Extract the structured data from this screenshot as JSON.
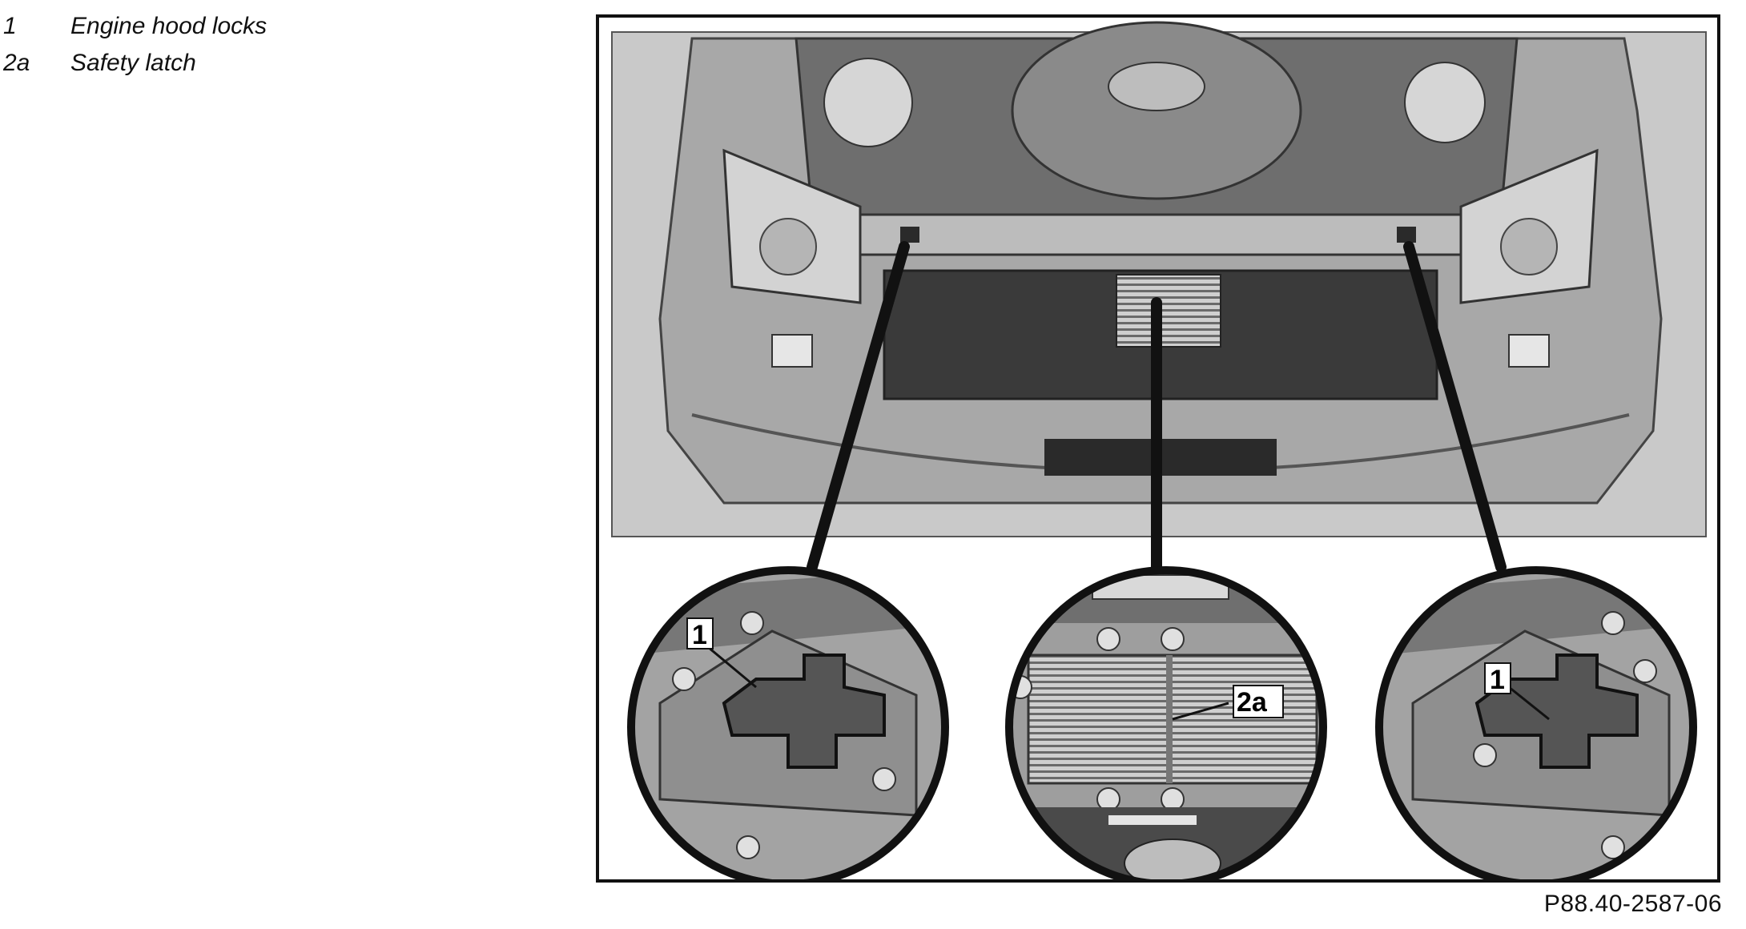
{
  "legend": [
    {
      "key": "1",
      "label": "Engine hood locks"
    },
    {
      "key": "2a",
      "label": "Safety latch"
    }
  ],
  "callouts": {
    "left": "1",
    "center": "2a",
    "right": "1"
  },
  "figure_code": "P88.40-2587-06",
  "colors": {
    "frame": "#111111",
    "photo_bg": "#c9c9c9",
    "car_body": "#a8a8a8",
    "dark": "#2a2a2a"
  }
}
